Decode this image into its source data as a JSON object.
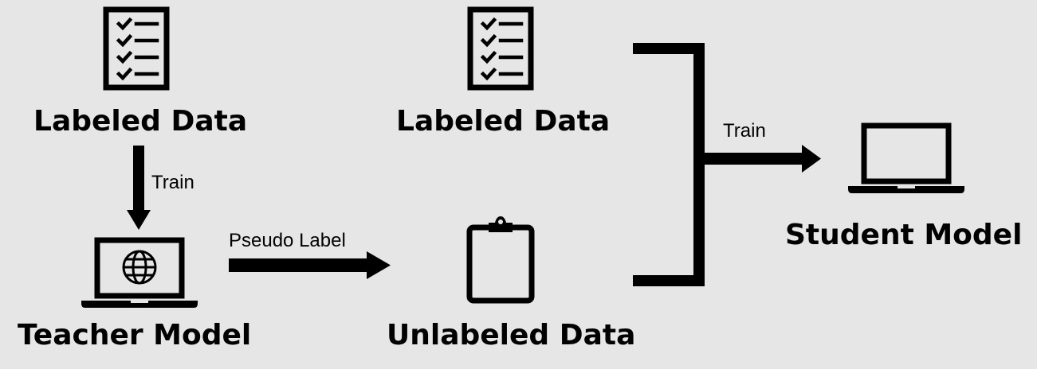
{
  "diagram": {
    "nodes": {
      "labeled_data_left": "Labeled Data",
      "labeled_data_right": "Labeled Data",
      "teacher_model": "Teacher Model",
      "unlabeled_data": "Unlabeled Data",
      "student_model": "Student Model"
    },
    "edges": {
      "train_teacher": "Train",
      "pseudo_label": "Pseudo Label",
      "train_student": "Train"
    },
    "icons": {
      "labeled_data": "checklist-icon",
      "teacher_model": "laptop-globe-icon",
      "unlabeled_data": "clipboard-icon",
      "student_model": "laptop-icon"
    }
  }
}
